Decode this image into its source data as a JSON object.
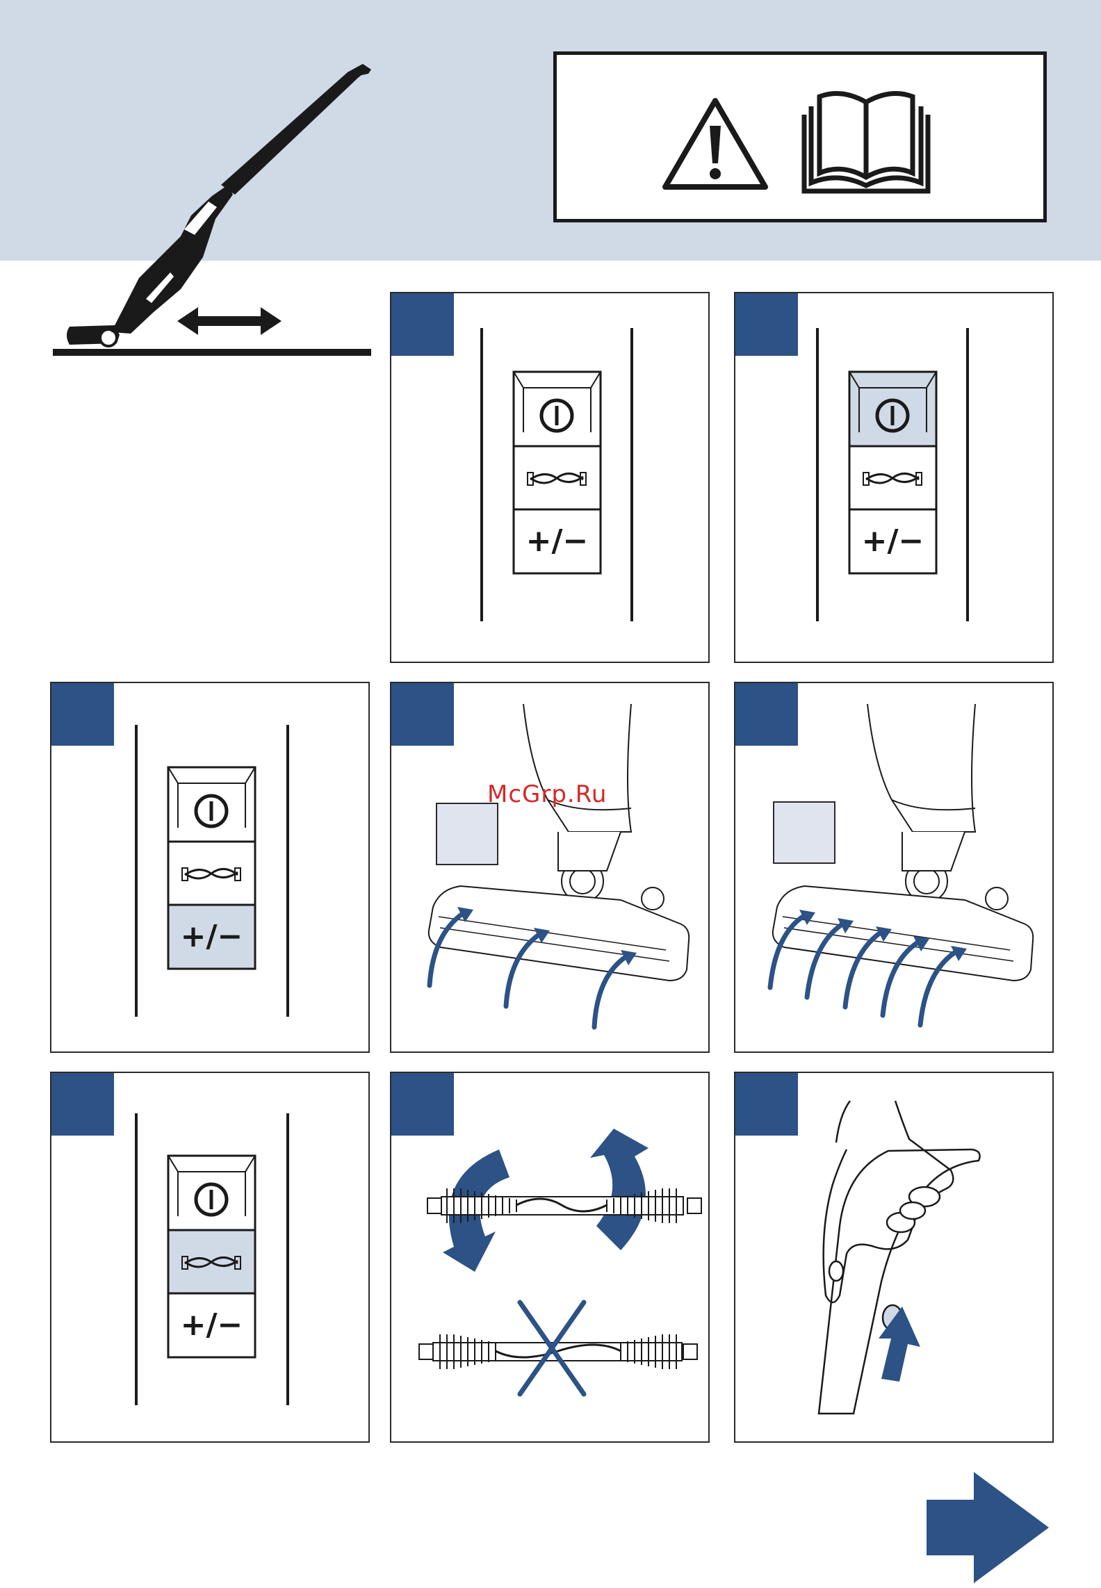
{
  "watermark": "McGrp.Ru",
  "control_panel": {
    "plus_minus_label": "+/−",
    "buttons": [
      "power",
      "brushroll",
      "suction-level"
    ]
  },
  "colors": {
    "accent": "#2c5286",
    "highlight": "#d0d9e6",
    "banner": "#d0d9e6",
    "ink": "#1a1a1a",
    "watermark": "#d62828"
  },
  "icons": {
    "warning": "warning-triangle-icon",
    "manual": "open-book-icon",
    "next": "next-page-arrow-icon"
  }
}
